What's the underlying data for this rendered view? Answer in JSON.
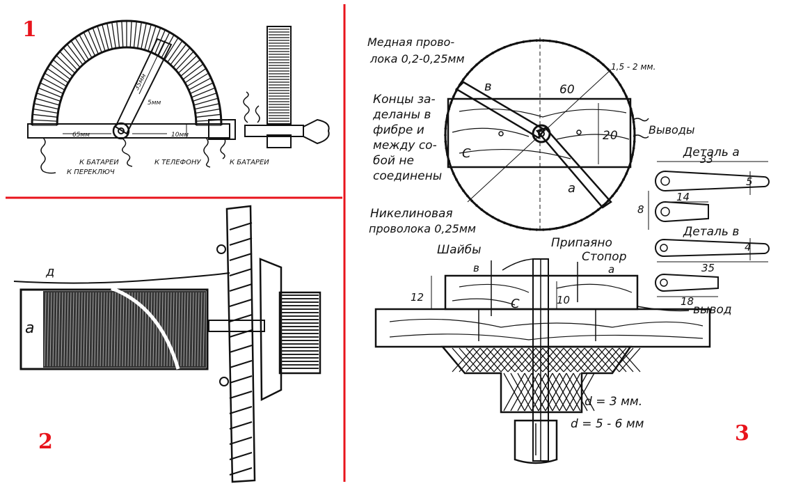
{
  "panels": {
    "p1": {
      "number": "1",
      "dims": {
        "arm": "35мм",
        "arm_width": "5мм",
        "base_len": "65мм",
        "base_height": "10мм"
      },
      "leads": [
        "К БАТАРЕИ",
        "К ПЕРЕКЛЮЧ",
        "К ТЕЛЕФОНУ",
        "К БАТАРЕИ"
      ]
    },
    "p2": {
      "number": "2",
      "labels": {
        "d": "д",
        "a": "а"
      }
    },
    "p3": {
      "number": "3",
      "labels": {
        "copper_wire_1": "Медная прово-",
        "copper_wire_2": "лока 0,2-0,25мм",
        "gap": "1,5 - 2 мм.",
        "ends_1": "Концы за-",
        "ends_2": "деланы в",
        "ends_3": "фибре и",
        "ends_4": "между со-",
        "ends_5": "бой не",
        "ends_6": "соединены",
        "nickel_1": "Никелиновая",
        "nickel_2": "проволока 0,25мм",
        "outputs": "Выводы",
        "arm_b": "в",
        "arm_a": "а",
        "board_c": "С",
        "dim_60": "60",
        "dim_20": "20",
        "detail_a": "Деталь а",
        "detail_b": "Деталь в",
        "dim_33": "33",
        "dim_5": "5",
        "dim_14": "14",
        "dim_8": "8",
        "dim_4": "4",
        "dim_35": "35",
        "dim_18": "18",
        "soldered": "Припаяно",
        "washers": "Шайбы",
        "stopper": "Стопор",
        "wash_b": "в",
        "stop_a": "а",
        "dim_12": "12",
        "dim_10": "10",
        "board_c2": "С",
        "output": "вывод",
        "d3": "d = 3 мм.",
        "d56": "d = 5 - 6 мм"
      }
    }
  },
  "colors": {
    "divider": "#e8141c",
    "number": "#e8141c",
    "ink": "#111111"
  }
}
